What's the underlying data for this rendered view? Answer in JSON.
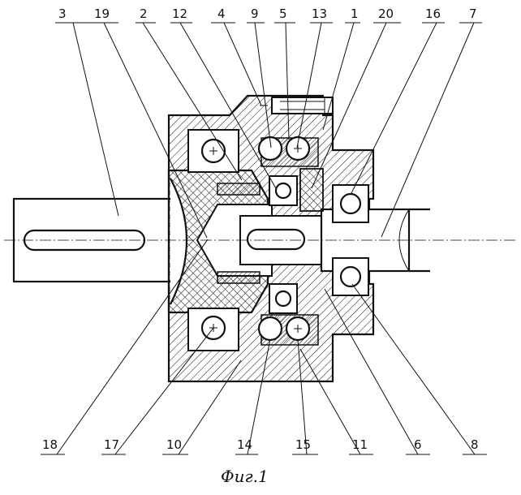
{
  "labels_top": [
    "3",
    "19",
    "2",
    "12",
    "4",
    "9",
    "5",
    "13",
    "1",
    "20",
    "16",
    "7"
  ],
  "labels_bottom": [
    "18",
    "17",
    "10",
    "14",
    "15",
    "11",
    "6",
    "8"
  ],
  "caption": "Фиг.1"
}
